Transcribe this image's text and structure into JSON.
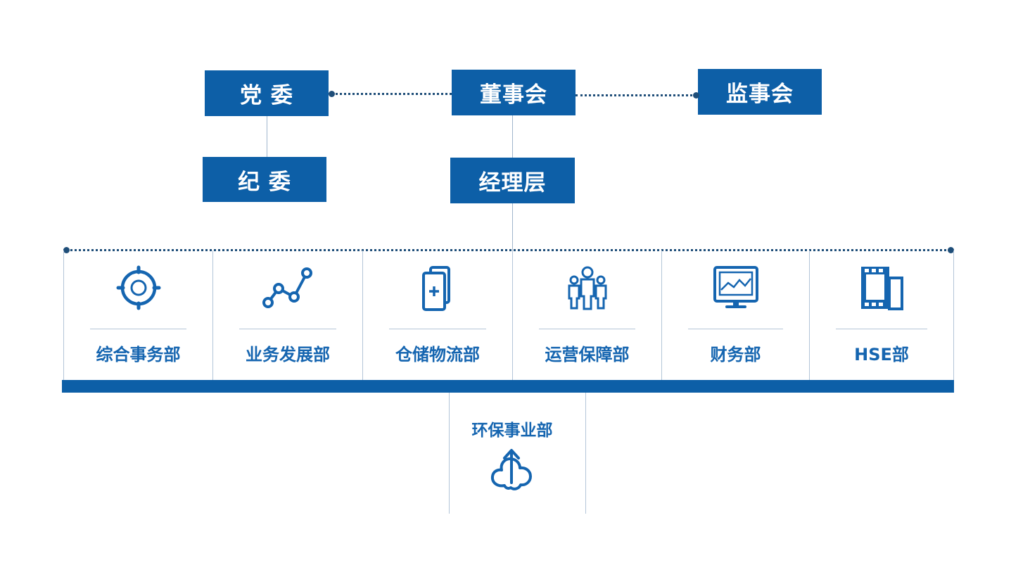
{
  "top": {
    "party_committee": "党 委",
    "board": "董事会",
    "supervisory": "监事会",
    "discipline": "纪 委",
    "management": "经理层"
  },
  "departments": [
    {
      "label": "综合事务部",
      "icon": "crosshair-icon"
    },
    {
      "label": "业务发展部",
      "icon": "trend-line-icon"
    },
    {
      "label": "仓储物流部",
      "icon": "cards-plus-icon"
    },
    {
      "label": "运营保障部",
      "icon": "people-group-icon"
    },
    {
      "label": "财务部",
      "icon": "monitor-chart-icon"
    },
    {
      "label": "HSE部",
      "icon": "film-strip-icon"
    }
  ],
  "extra_department": {
    "label": "环保事业部",
    "icon": "cloud-upload-icon"
  },
  "colors": {
    "primary": "#0d5fa7",
    "label": "#1565b0",
    "connector": "#1f4e79",
    "divider": "#b3c5d8"
  }
}
